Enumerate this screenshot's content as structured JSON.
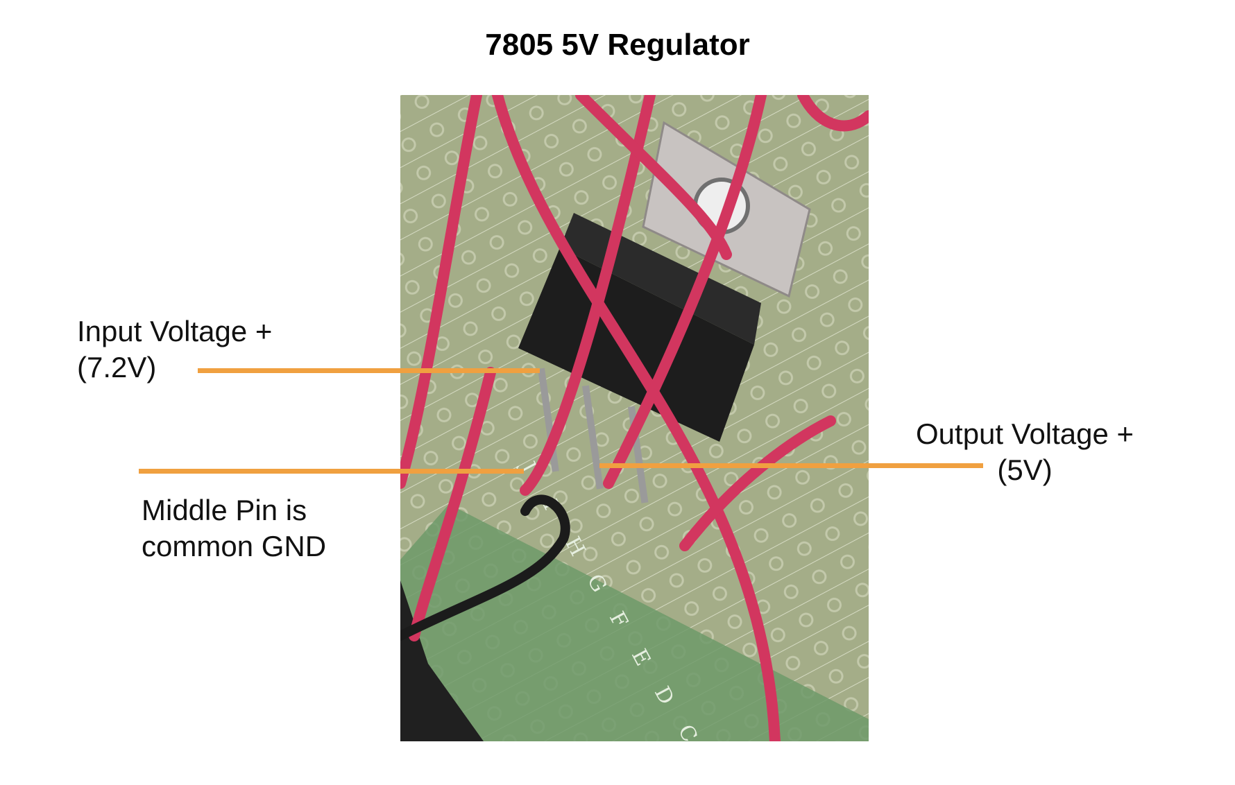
{
  "title": "7805 5V Regulator",
  "labels": {
    "input": {
      "line1": "Input Voltage +",
      "line2": "(7.2V)"
    },
    "ground": {
      "line1": "Middle Pin is",
      "line2": "common GND"
    },
    "output": {
      "line1": "Output Voltage +",
      "line2": "(5V)"
    }
  },
  "photo": {
    "board_row_letters": [
      "C",
      "D",
      "E",
      "F",
      "G",
      "H",
      "I",
      "J"
    ]
  },
  "colors": {
    "leader_line": "#f0a040",
    "wire_red": "#d2365f",
    "wire_black": "#1b1b1b",
    "board": "#a3ad86",
    "regulator_body": "#1e1e1e",
    "heatsink_tab": "#c9c4c2"
  }
}
